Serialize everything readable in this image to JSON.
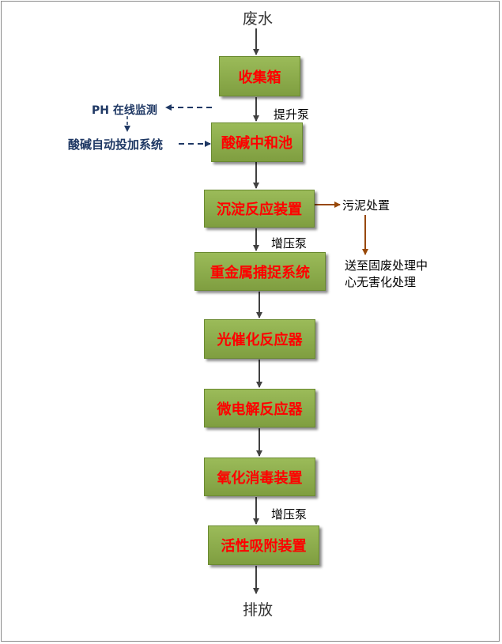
{
  "input_label": "废水",
  "output_label": "排放",
  "boxes": {
    "collection_tank": "收集箱",
    "neutralization_tank": "酸碱中和池",
    "sedimentation_unit": "沉淀反应装置",
    "heavy_metal_capture": "重金属捕捉系统",
    "photocatalytic_reactor": "光催化反应器",
    "microelectrolysis_reactor": "微电解反应器",
    "oxidation_disinfection": "氧化消毒装置",
    "activated_adsorption": "活性吸附装置"
  },
  "pump_labels": {
    "lift_pump": "提升泵",
    "booster_pump_1": "增压泵",
    "booster_pump_2": "增压泵"
  },
  "side_labels": {
    "ph_monitor": "PH 在线监测",
    "dosing_system": "酸碱自动投加系统",
    "sludge": "污泥处置",
    "sludge_dest_line1": "送至固废处理中",
    "sludge_dest_line2": "心无害化处理"
  },
  "colors": {
    "box_fill": "#9bbb59",
    "box_text": "#ff0000",
    "dashed_arrow": "#1f3864",
    "sludge_arrow": "#984807",
    "flow_arrow": "#404040"
  }
}
